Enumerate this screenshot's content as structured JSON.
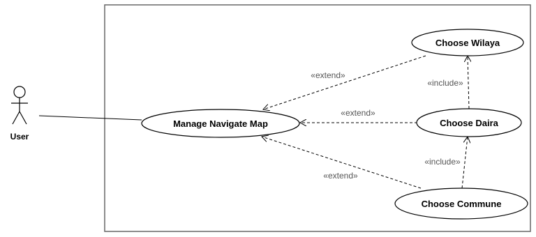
{
  "diagram": {
    "actor": {
      "name": "User"
    },
    "use_cases": {
      "manage": "Manage Navigate Map",
      "wilaya": "Choose Wilaya",
      "daira": "Choose Daira",
      "commune": "Choose Commune"
    },
    "relations": {
      "extend_wilaya": "«extend»",
      "extend_daira": "«extend»",
      "extend_commune": "«extend»",
      "include_daira_wilaya": "«include»",
      "include_commune_daira": "«include»"
    },
    "colors": {
      "stroke": "#000000",
      "boundary": "#666666",
      "label": "#555555"
    }
  }
}
